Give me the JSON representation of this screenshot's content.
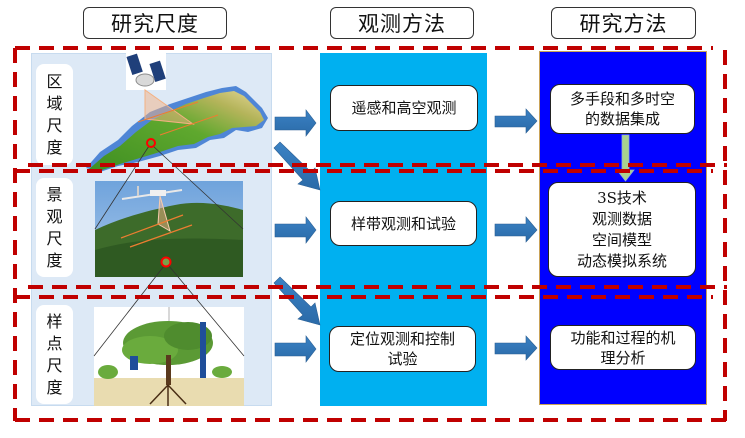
{
  "headers": {
    "research_scale": "研究尺度",
    "observation_method": "观测方法",
    "research_method": "研究方法"
  },
  "scales": [
    {
      "id": "region",
      "chars": [
        "区",
        "域",
        "尺",
        "度"
      ]
    },
    {
      "id": "landscape",
      "chars": [
        "景",
        "观",
        "尺",
        "度"
      ]
    },
    {
      "id": "plot",
      "chars": [
        "样",
        "点",
        "尺",
        "度"
      ]
    }
  ],
  "observation_methods": [
    {
      "lines": [
        "遥感和高空观测"
      ]
    },
    {
      "lines": [
        "样带观测和试验"
      ]
    },
    {
      "lines": [
        "定位观测和控制",
        "试验"
      ]
    }
  ],
  "research_methods": [
    {
      "lines": [
        "多手段和多时空",
        "的数据集成"
      ]
    },
    {
      "lines": [
        "3S技术",
        "观测数据",
        "空间模型",
        "动态模拟系统"
      ]
    },
    {
      "lines": [
        "功能和过程的机",
        "理分析"
      ]
    }
  ],
  "images": {
    "region": "satellite-over-terrain-map",
    "landscape": "drone-over-forested-hill",
    "plot": "tree-ecosystem-flux-diagram"
  },
  "colors": {
    "dashed_border": "#c00000",
    "left_panel": "#dde9f6",
    "observation_column": "#00b0f0",
    "research_column": "#0000ff",
    "arrow_blue": "#2e75b6",
    "arrow_green": "#a9d18e",
    "highlight_circle": "#ff0000"
  }
}
